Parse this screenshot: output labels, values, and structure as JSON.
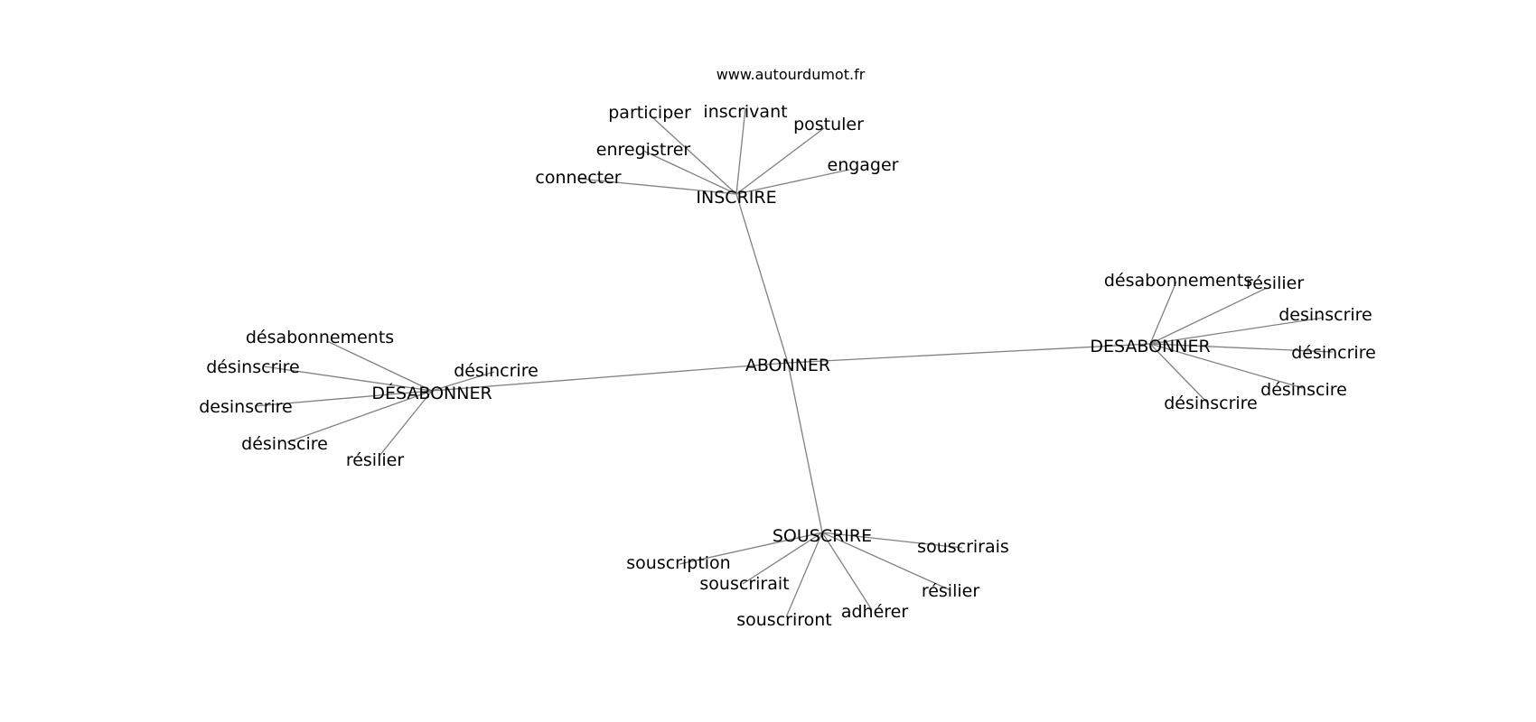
{
  "source": "www.autourdumot.fr",
  "center": "ABONNER",
  "hubs": {
    "inscrire": {
      "label": "INSCRIRE",
      "leaves": [
        "participer",
        "inscrivant",
        "postuler",
        "enregistrer",
        "engager",
        "connecter"
      ]
    },
    "desabonner_accent": {
      "label": "DÉSABONNER",
      "leaves": [
        "désabonnements",
        "désincrire",
        "désinscrire",
        "desinscrire",
        "désinscire",
        "résilier"
      ]
    },
    "desabonner": {
      "label": "DESABONNER",
      "leaves": [
        "désabonnements",
        "résilier",
        "desinscrire",
        "désincrire",
        "désinscire",
        "désinscrire"
      ]
    },
    "souscrire": {
      "label": "SOUSCRIRE",
      "leaves": [
        "souscrirais",
        "souscription",
        "souscrirait",
        "résilier",
        "adhérer",
        "souscriront"
      ]
    }
  }
}
